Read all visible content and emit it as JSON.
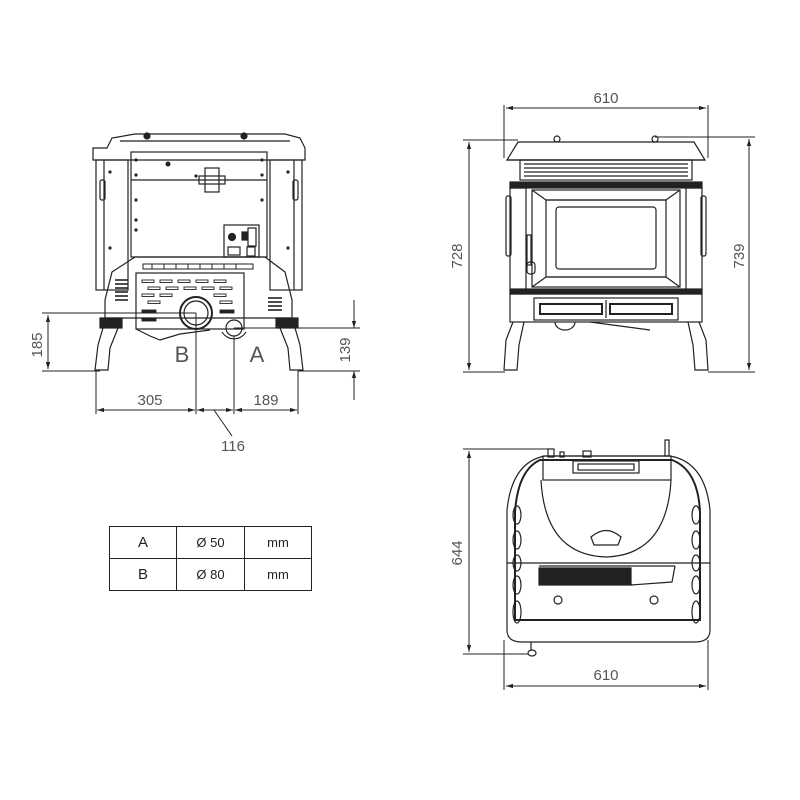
{
  "rear_view": {
    "dimensions": {
      "height_B": "185",
      "height_A": "139",
      "left_to_B": "305",
      "B_to_A": "116",
      "A_to_right": "189"
    },
    "labels": {
      "B": "B",
      "A": "A"
    }
  },
  "front_view": {
    "dimensions": {
      "width": "610",
      "height_left": "728",
      "height_right": "739"
    }
  },
  "top_view": {
    "dimensions": {
      "depth": "644",
      "width": "610"
    }
  },
  "connections_table": {
    "rows": [
      {
        "id": "A",
        "diameter": "Ø 50",
        "unit": "mm"
      },
      {
        "id": "B",
        "diameter": "Ø 80",
        "unit": "mm"
      }
    ]
  },
  "colors": {
    "line": "#222222",
    "dim_text": "#555555",
    "background": "#ffffff"
  }
}
